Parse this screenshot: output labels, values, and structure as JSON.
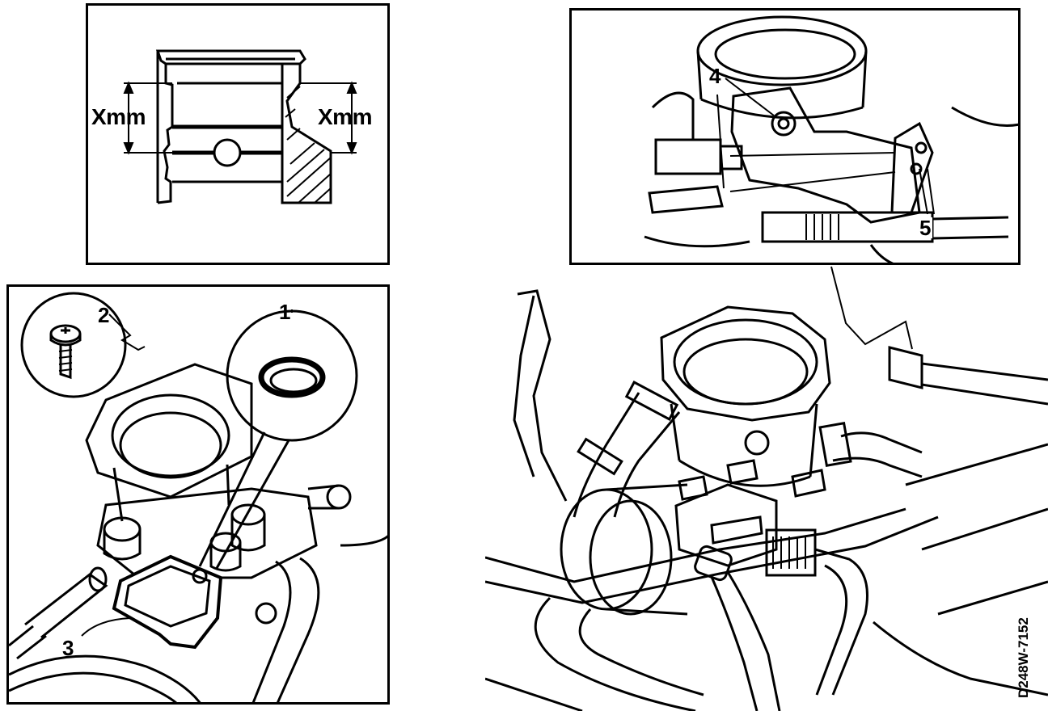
{
  "figure": {
    "code": "D248W-7152",
    "bore_panel": {
      "dim_left": "Xmm",
      "dim_right": "Xmm"
    },
    "throttle_panel": {
      "callout_seal": "1",
      "callout_screw": "2",
      "callout_sensor": "3"
    },
    "detail_panel": {
      "callout_bolt": "4",
      "callout_linkage": "5"
    }
  }
}
